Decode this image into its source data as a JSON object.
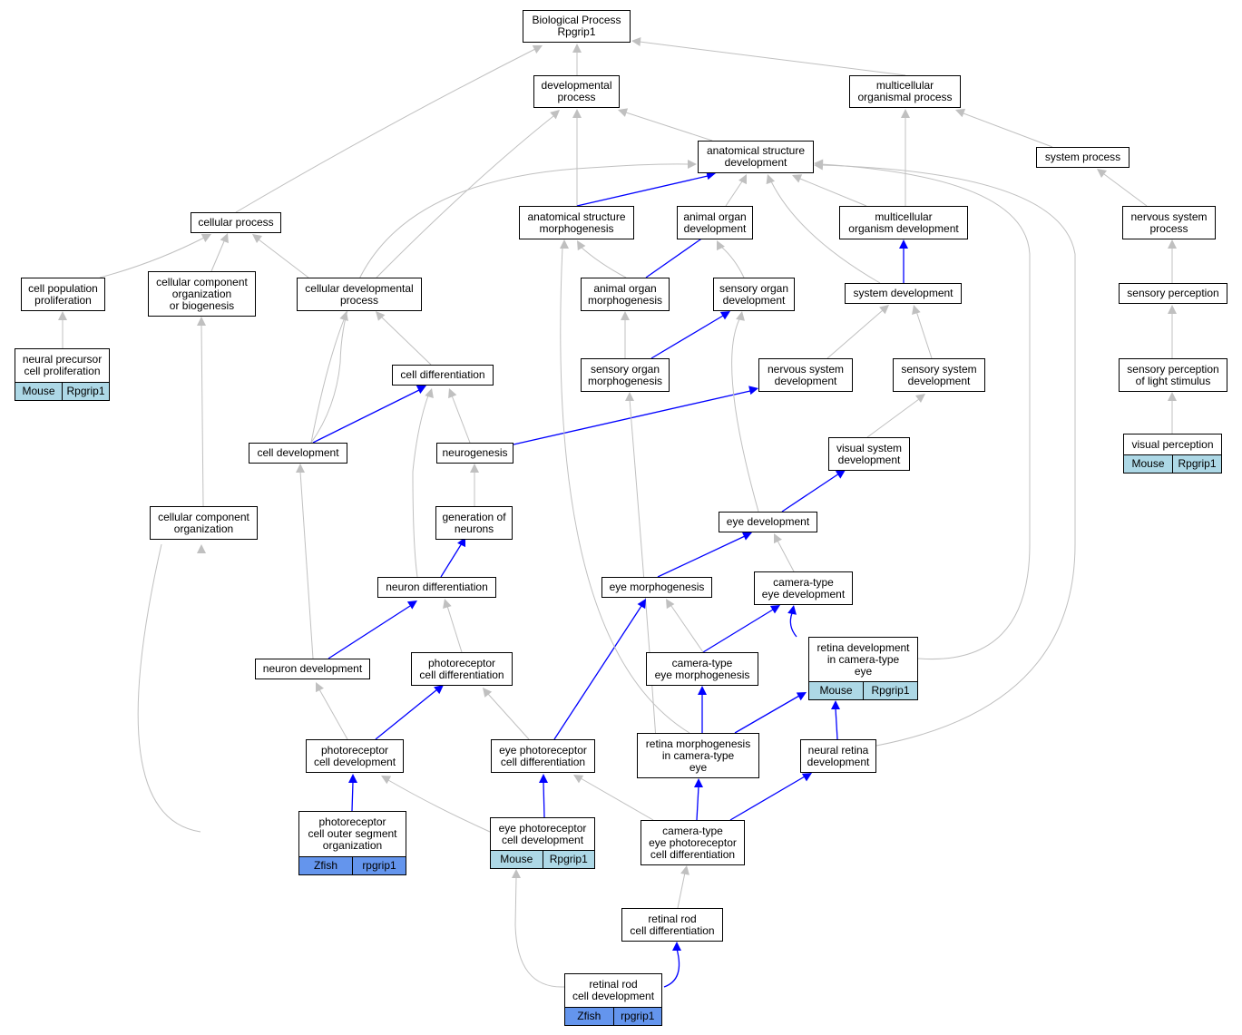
{
  "colors": {
    "edge_default": "#c0c0c0",
    "edge_highlight": "#0000ff",
    "mouse_annotation": "#add8e6",
    "zfish_annotation": "#6495ed"
  },
  "nodes": {
    "bp": {
      "lines": [
        "Biological Process",
        "Rpgrip1"
      ]
    },
    "dp": {
      "lines": [
        "developmental",
        "process"
      ]
    },
    "mop": {
      "lines": [
        "multicellular",
        "organismal process"
      ]
    },
    "asd": {
      "lines": [
        "anatomical structure",
        "development"
      ]
    },
    "sp": {
      "lines": [
        "system process"
      ]
    },
    "cp": {
      "lines": [
        "cellular process"
      ]
    },
    "asm": {
      "lines": [
        "anatomical structure",
        "morphogenesis"
      ]
    },
    "aod": {
      "lines": [
        "animal organ",
        "development"
      ]
    },
    "mod": {
      "lines": [
        "multicellular",
        "organism development"
      ]
    },
    "nsp": {
      "lines": [
        "nervous system",
        "process"
      ]
    },
    "cpp": {
      "lines": [
        "cell population",
        "proliferation"
      ]
    },
    "ccob": {
      "lines": [
        "cellular component",
        "organization",
        "or biogenesis"
      ]
    },
    "cdp": {
      "lines": [
        "cellular developmental",
        "process"
      ]
    },
    "aom": {
      "lines": [
        "animal organ",
        "morphogenesis"
      ]
    },
    "sod": {
      "lines": [
        "sensory organ",
        "development"
      ]
    },
    "sd": {
      "lines": [
        "system development"
      ]
    },
    "spc": {
      "lines": [
        "sensory perception"
      ]
    },
    "npcp": {
      "lines": [
        "neural precursor",
        "cell proliferation"
      ],
      "annotation": {
        "species": "Mouse",
        "gene": "Rpgrip1"
      }
    },
    "som": {
      "lines": [
        "sensory organ",
        "morphogenesis"
      ]
    },
    "cdiff": {
      "lines": [
        "cell differentiation"
      ]
    },
    "nsd": {
      "lines": [
        "nervous system",
        "development"
      ]
    },
    "ssd": {
      "lines": [
        "sensory system",
        "development"
      ]
    },
    "spls": {
      "lines": [
        "sensory perception",
        "of light stimulus"
      ]
    },
    "cdev": {
      "lines": [
        "cell development"
      ]
    },
    "ng": {
      "lines": [
        "neurogenesis"
      ]
    },
    "vsd": {
      "lines": [
        "visual system",
        "development"
      ]
    },
    "vp": {
      "lines": [
        "visual perception"
      ],
      "annotation": {
        "species": "Mouse",
        "gene": "Rpgrip1"
      }
    },
    "cco": {
      "lines": [
        "cellular component",
        "organization"
      ]
    },
    "gon": {
      "lines": [
        "generation of",
        "neurons"
      ]
    },
    "ed": {
      "lines": [
        "eye development"
      ]
    },
    "nd": {
      "lines": [
        "neuron differentiation"
      ]
    },
    "em": {
      "lines": [
        "eye morphogenesis"
      ]
    },
    "ctd": {
      "lines": [
        "camera-type",
        "eye development"
      ]
    },
    "rdc": {
      "lines": [
        "retina development",
        "in camera-type",
        "eye"
      ],
      "annotation": {
        "species": "Mouse",
        "gene": "Rpgrip1"
      }
    },
    "ndev": {
      "lines": [
        "neuron development"
      ]
    },
    "pcd": {
      "lines": [
        "photoreceptor",
        "cell differentiation"
      ]
    },
    "ctm": {
      "lines": [
        "camera-type",
        "eye morphogenesis"
      ]
    },
    "pcdev": {
      "lines": [
        "photoreceptor",
        "cell development"
      ]
    },
    "epcd": {
      "lines": [
        "eye photoreceptor",
        "cell differentiation"
      ]
    },
    "rmc": {
      "lines": [
        "retina morphogenesis",
        "in camera-type",
        "eye"
      ]
    },
    "nrd": {
      "lines": [
        "neural retina",
        "development"
      ]
    },
    "pcos": {
      "lines": [
        "photoreceptor",
        "cell outer segment",
        "organization"
      ],
      "annotation": {
        "species": "Zfish",
        "gene": "rpgrip1"
      }
    },
    "epcdev": {
      "lines": [
        "eye photoreceptor",
        "cell development"
      ],
      "annotation": {
        "species": "Mouse",
        "gene": "Rpgrip1"
      }
    },
    "ctepcd": {
      "lines": [
        "camera-type",
        "eye photoreceptor",
        "cell differentiation"
      ]
    },
    "rrcd": {
      "lines": [
        "retinal rod",
        "cell differentiation"
      ]
    },
    "rrcdev": {
      "lines": [
        "retinal rod",
        "cell development"
      ],
      "annotation": {
        "species": "Zfish",
        "gene": "rpgrip1"
      }
    }
  }
}
